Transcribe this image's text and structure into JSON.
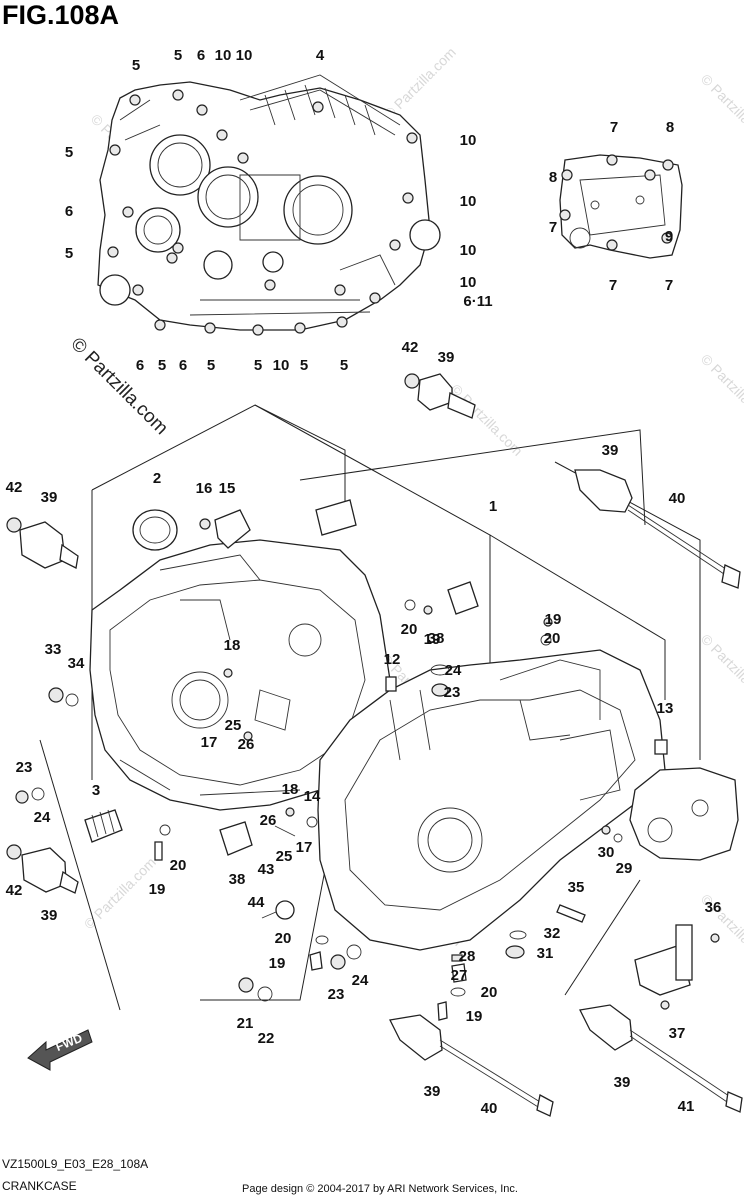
{
  "figure": {
    "title": "FIG.108A"
  },
  "footer": {
    "model_code": "VZ1500L9_E03_E28_108A",
    "section_name": "CRANKCASE",
    "credit": "Page design © 2004-2017 by ARI Network Services, Inc."
  },
  "watermark": {
    "text": "© Partzilla.com"
  },
  "fwd_label": "FWD",
  "icons": {
    "forward": "forward-arrow-icon"
  },
  "callouts": [
    "5",
    "5",
    "6",
    "10",
    "10",
    "4",
    "5",
    "10",
    "6",
    "10",
    "5",
    "10",
    "10",
    "6·11",
    "6",
    "5",
    "6",
    "5",
    "5",
    "10",
    "5",
    "5",
    "7",
    "8",
    "8",
    "7",
    "7",
    "7",
    "9",
    "42",
    "39",
    "1",
    "39",
    "40",
    "2",
    "16",
    "15",
    "42",
    "39",
    "20",
    "19",
    "38",
    "19",
    "20",
    "33",
    "34",
    "18",
    "12",
    "24",
    "23",
    "13",
    "25",
    "17",
    "26",
    "23",
    "24",
    "3",
    "18",
    "14",
    "26",
    "17",
    "25",
    "20",
    "19",
    "38",
    "43",
    "44",
    "30",
    "29",
    "35",
    "36",
    "42",
    "39",
    "20",
    "32",
    "28",
    "31",
    "27",
    "19",
    "23",
    "24",
    "20",
    "21",
    "22",
    "19",
    "37",
    "39",
    "40",
    "39",
    "41"
  ]
}
